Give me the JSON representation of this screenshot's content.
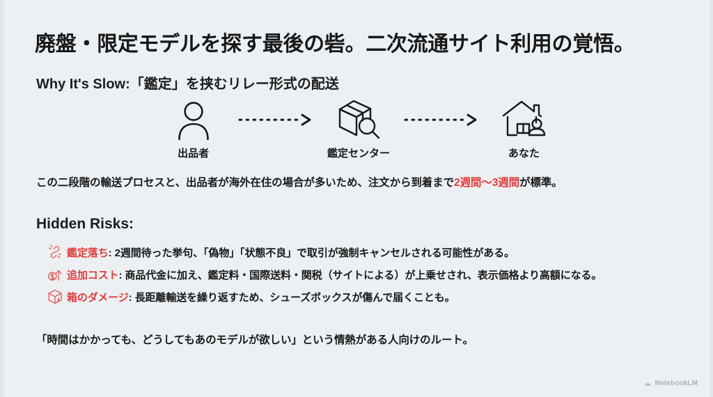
{
  "slide": {
    "title": "廃盤・限定モデルを探す最後の砦。二次流通サイト利用の覚悟。",
    "subtitle": "Why It's Slow:「鑑定」を挟むリレー形式の配送",
    "background_color": "#edf0f2",
    "accent_color": "#e23b3b",
    "text_color": "#17191b"
  },
  "flow": {
    "nodes": [
      {
        "label": "出品者",
        "icon": "person-icon"
      },
      {
        "label": "鑑定センター",
        "icon": "package-inspection-icon"
      },
      {
        "label": "あなた",
        "icon": "home-delivery-icon"
      }
    ],
    "connectors": [
      {
        "icon": "dotted-arrow-icon"
      },
      {
        "icon": "dotted-arrow-icon"
      }
    ]
  },
  "lead": {
    "before": "この二段階の輸送プロセスと、出品者が海外在住の場合が多いため、注文から到着まで",
    "highlight": "2週間〜3週間",
    "after": "が標準。"
  },
  "risks": {
    "heading": "Hidden Risks:",
    "items": [
      {
        "icon": "broken-link-icon",
        "term": "鑑定落ち",
        "separator": ": ",
        "detail": "2週間待った挙句、「偽物」「状態不良」で取引が強制キャンセルされる可能性がある。"
      },
      {
        "icon": "cost-increase-icon",
        "term": "追加コスト",
        "separator": ": ",
        "detail": "商品代金に加え、鑑定料・国際送料・関税（サイトによる）が上乗せされ、表示価格より高額になる。"
      },
      {
        "icon": "damaged-box-icon",
        "term": "箱のダメージ",
        "separator": ": ",
        "detail": "長距離輸送を繰り返すため、シューズボックスが傷んで届くことも。"
      }
    ]
  },
  "closing": "「時間はかかっても、どうしてもあのモデルが欲しい」という情熱がある人向けのルート。",
  "watermark": {
    "label": "NotebookLM",
    "icon": "notebooklm-icon"
  }
}
